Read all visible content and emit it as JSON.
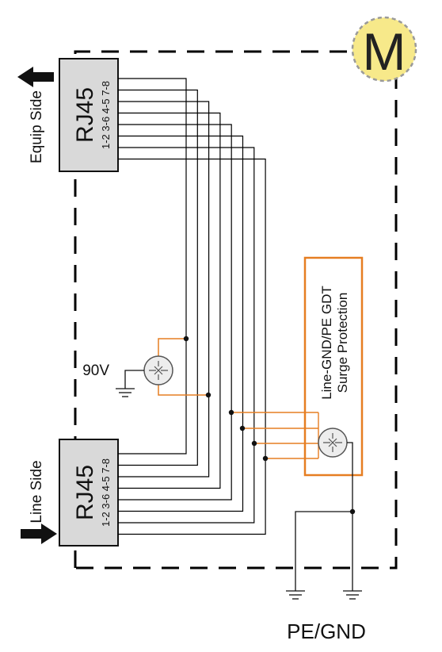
{
  "module_badge": {
    "letter": "M",
    "fill": "#f7e98a",
    "border": "#9a9a9a"
  },
  "rj45_equip": {
    "title": "RJ45",
    "pins": "1-2 3-6 4-5 7-8"
  },
  "rj45_line": {
    "title": "RJ45",
    "pins": "1-2 3-6 4-5 7-8"
  },
  "side_labels": {
    "equip": "Equip Side",
    "line": "Line Side"
  },
  "gdt_90v": {
    "label": "90V"
  },
  "gdt_box": {
    "line1": "Line-GND/PE GDT",
    "line2": "Surge Protection",
    "border_color": "#e67e22"
  },
  "ground_label": "PE/GND",
  "colors": {
    "wire": "#000000",
    "surge_wire": "#e67e22",
    "connector_fill": "#d9d9d9"
  }
}
